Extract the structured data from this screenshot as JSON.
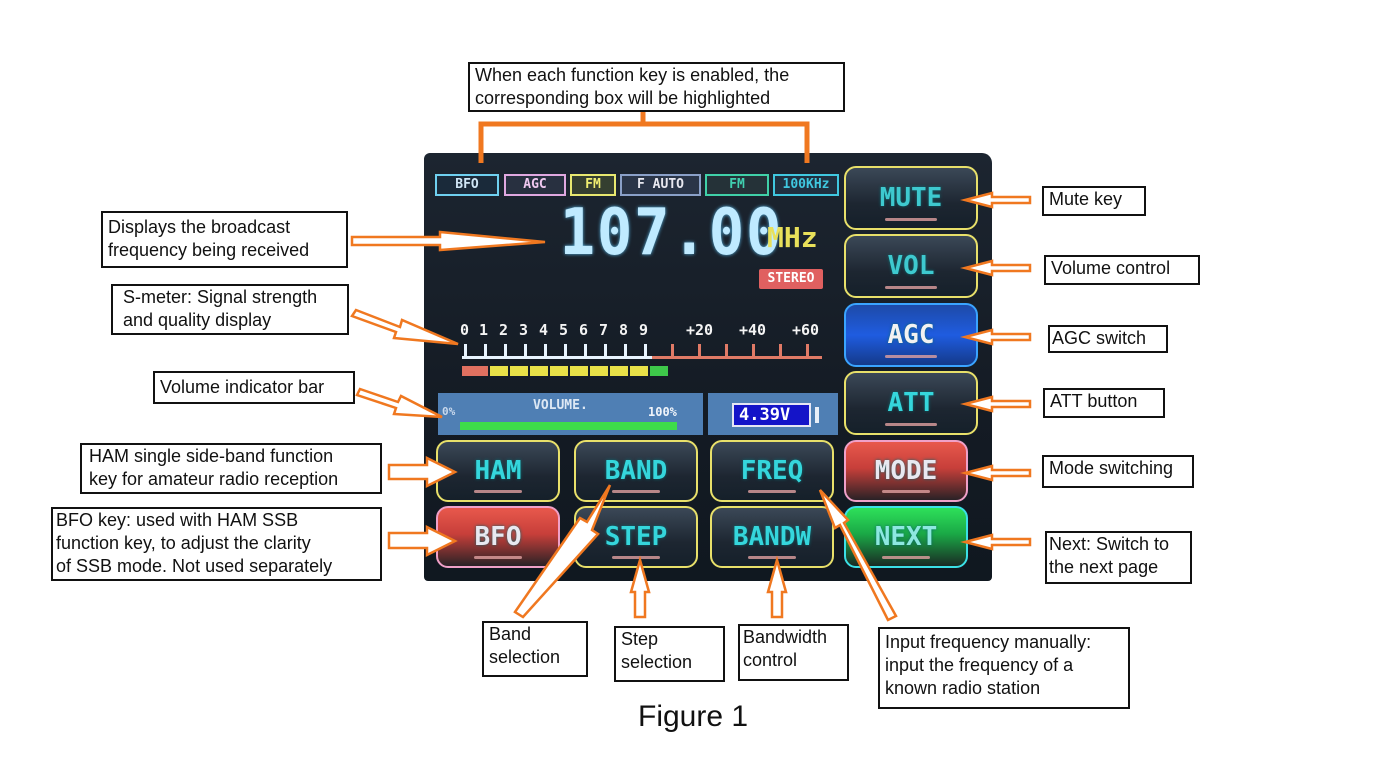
{
  "figure_title": "Figure 1",
  "callouts": {
    "top": "When each function key is enabled, the\ncorresponding box will be highlighted",
    "frequency": "Displays the broadcast\nfrequency being received",
    "smeter": "S-meter: Signal strength\nand quality display",
    "volume_bar": "Volume indicator bar",
    "ham": "HAM single side-band function\nkey for amateur radio reception",
    "bfo": "BFO key: used with HAM SSB\nfunction key, to adjust the clarity\nof SSB mode. Not used separately",
    "mute": "Mute key",
    "vol": "Volume control",
    "agc": "AGC switch",
    "att": "ATT button",
    "mode": "Mode switching",
    "next": "Next: Switch to\nthe next page",
    "band": "Band\nselection",
    "step": "Step\nselection",
    "bandw": "Bandwidth\ncontrol",
    "freq": "Input frequency manually:\ninput the frequency of a\nknown radio station"
  },
  "screen": {
    "status_boxes": [
      {
        "label": "BFO",
        "border": "#6fd0f0",
        "bg": "#1a2a3a",
        "color": "#cfe6f6"
      },
      {
        "label": "AGC",
        "border": "#e0a8e0",
        "bg": "#283040",
        "color": "#f0c8f0"
      },
      {
        "label": "FM",
        "border": "#e8e870",
        "bg": "#353f30",
        "color": "#f0ee70"
      },
      {
        "label": "F AUTO",
        "border": "#8aa0c8",
        "bg": "#2a3548",
        "color": "#e8e8f0"
      },
      {
        "label": "FM",
        "border": "#40d0a8",
        "bg": "#253238",
        "color": "#40d0b0"
      },
      {
        "label": "100KHz",
        "border": "#40c8e0",
        "bg": "#203040",
        "color": "#40c8e0"
      }
    ],
    "frequency": "107.00",
    "unit": "MHz",
    "stereo": "STEREO",
    "smeter": {
      "scale_labels": [
        "0",
        "1",
        "2",
        "3",
        "4",
        "5",
        "6",
        "7",
        "8",
        "9",
        "+20",
        "+40",
        "+60"
      ],
      "segments_total": 10,
      "segment_colors": [
        "#e07060",
        "#e8e048",
        "#e8e048",
        "#e8e048",
        "#e8e048",
        "#e8e048",
        "#e8e048",
        "#e8e048",
        "#e8e048",
        "#3ec84a"
      ],
      "scale_white": "#e8f4ff",
      "scale_red": "#e07a66"
    },
    "volume": {
      "title": "VOLUME.",
      "min_label": "0%",
      "max_label": "100%",
      "level_fraction": 0.95,
      "bar_color": "#3edc4a"
    },
    "battery": {
      "voltage": "4.39V"
    },
    "buttons": [
      {
        "id": "mute",
        "label": "MUTE",
        "style": "dim"
      },
      {
        "id": "vol",
        "label": "VOL",
        "style": "dim"
      },
      {
        "id": "agc",
        "label": "AGC",
        "style": "blue"
      },
      {
        "id": "att",
        "label": "ATT",
        "style": ""
      },
      {
        "id": "ham",
        "label": "HAM",
        "style": ""
      },
      {
        "id": "band",
        "label": "BAND",
        "style": ""
      },
      {
        "id": "freq",
        "label": "FREQ",
        "style": ""
      },
      {
        "id": "mode",
        "label": "MODE",
        "style": "red"
      },
      {
        "id": "bfo",
        "label": "BFO",
        "style": "red"
      },
      {
        "id": "step",
        "label": "STEP",
        "style": ""
      },
      {
        "id": "bandw",
        "label": "BANDW",
        "style": ""
      },
      {
        "id": "next",
        "label": "NEXT",
        "style": "green"
      }
    ]
  },
  "colors": {
    "arrow": "#f07820"
  }
}
